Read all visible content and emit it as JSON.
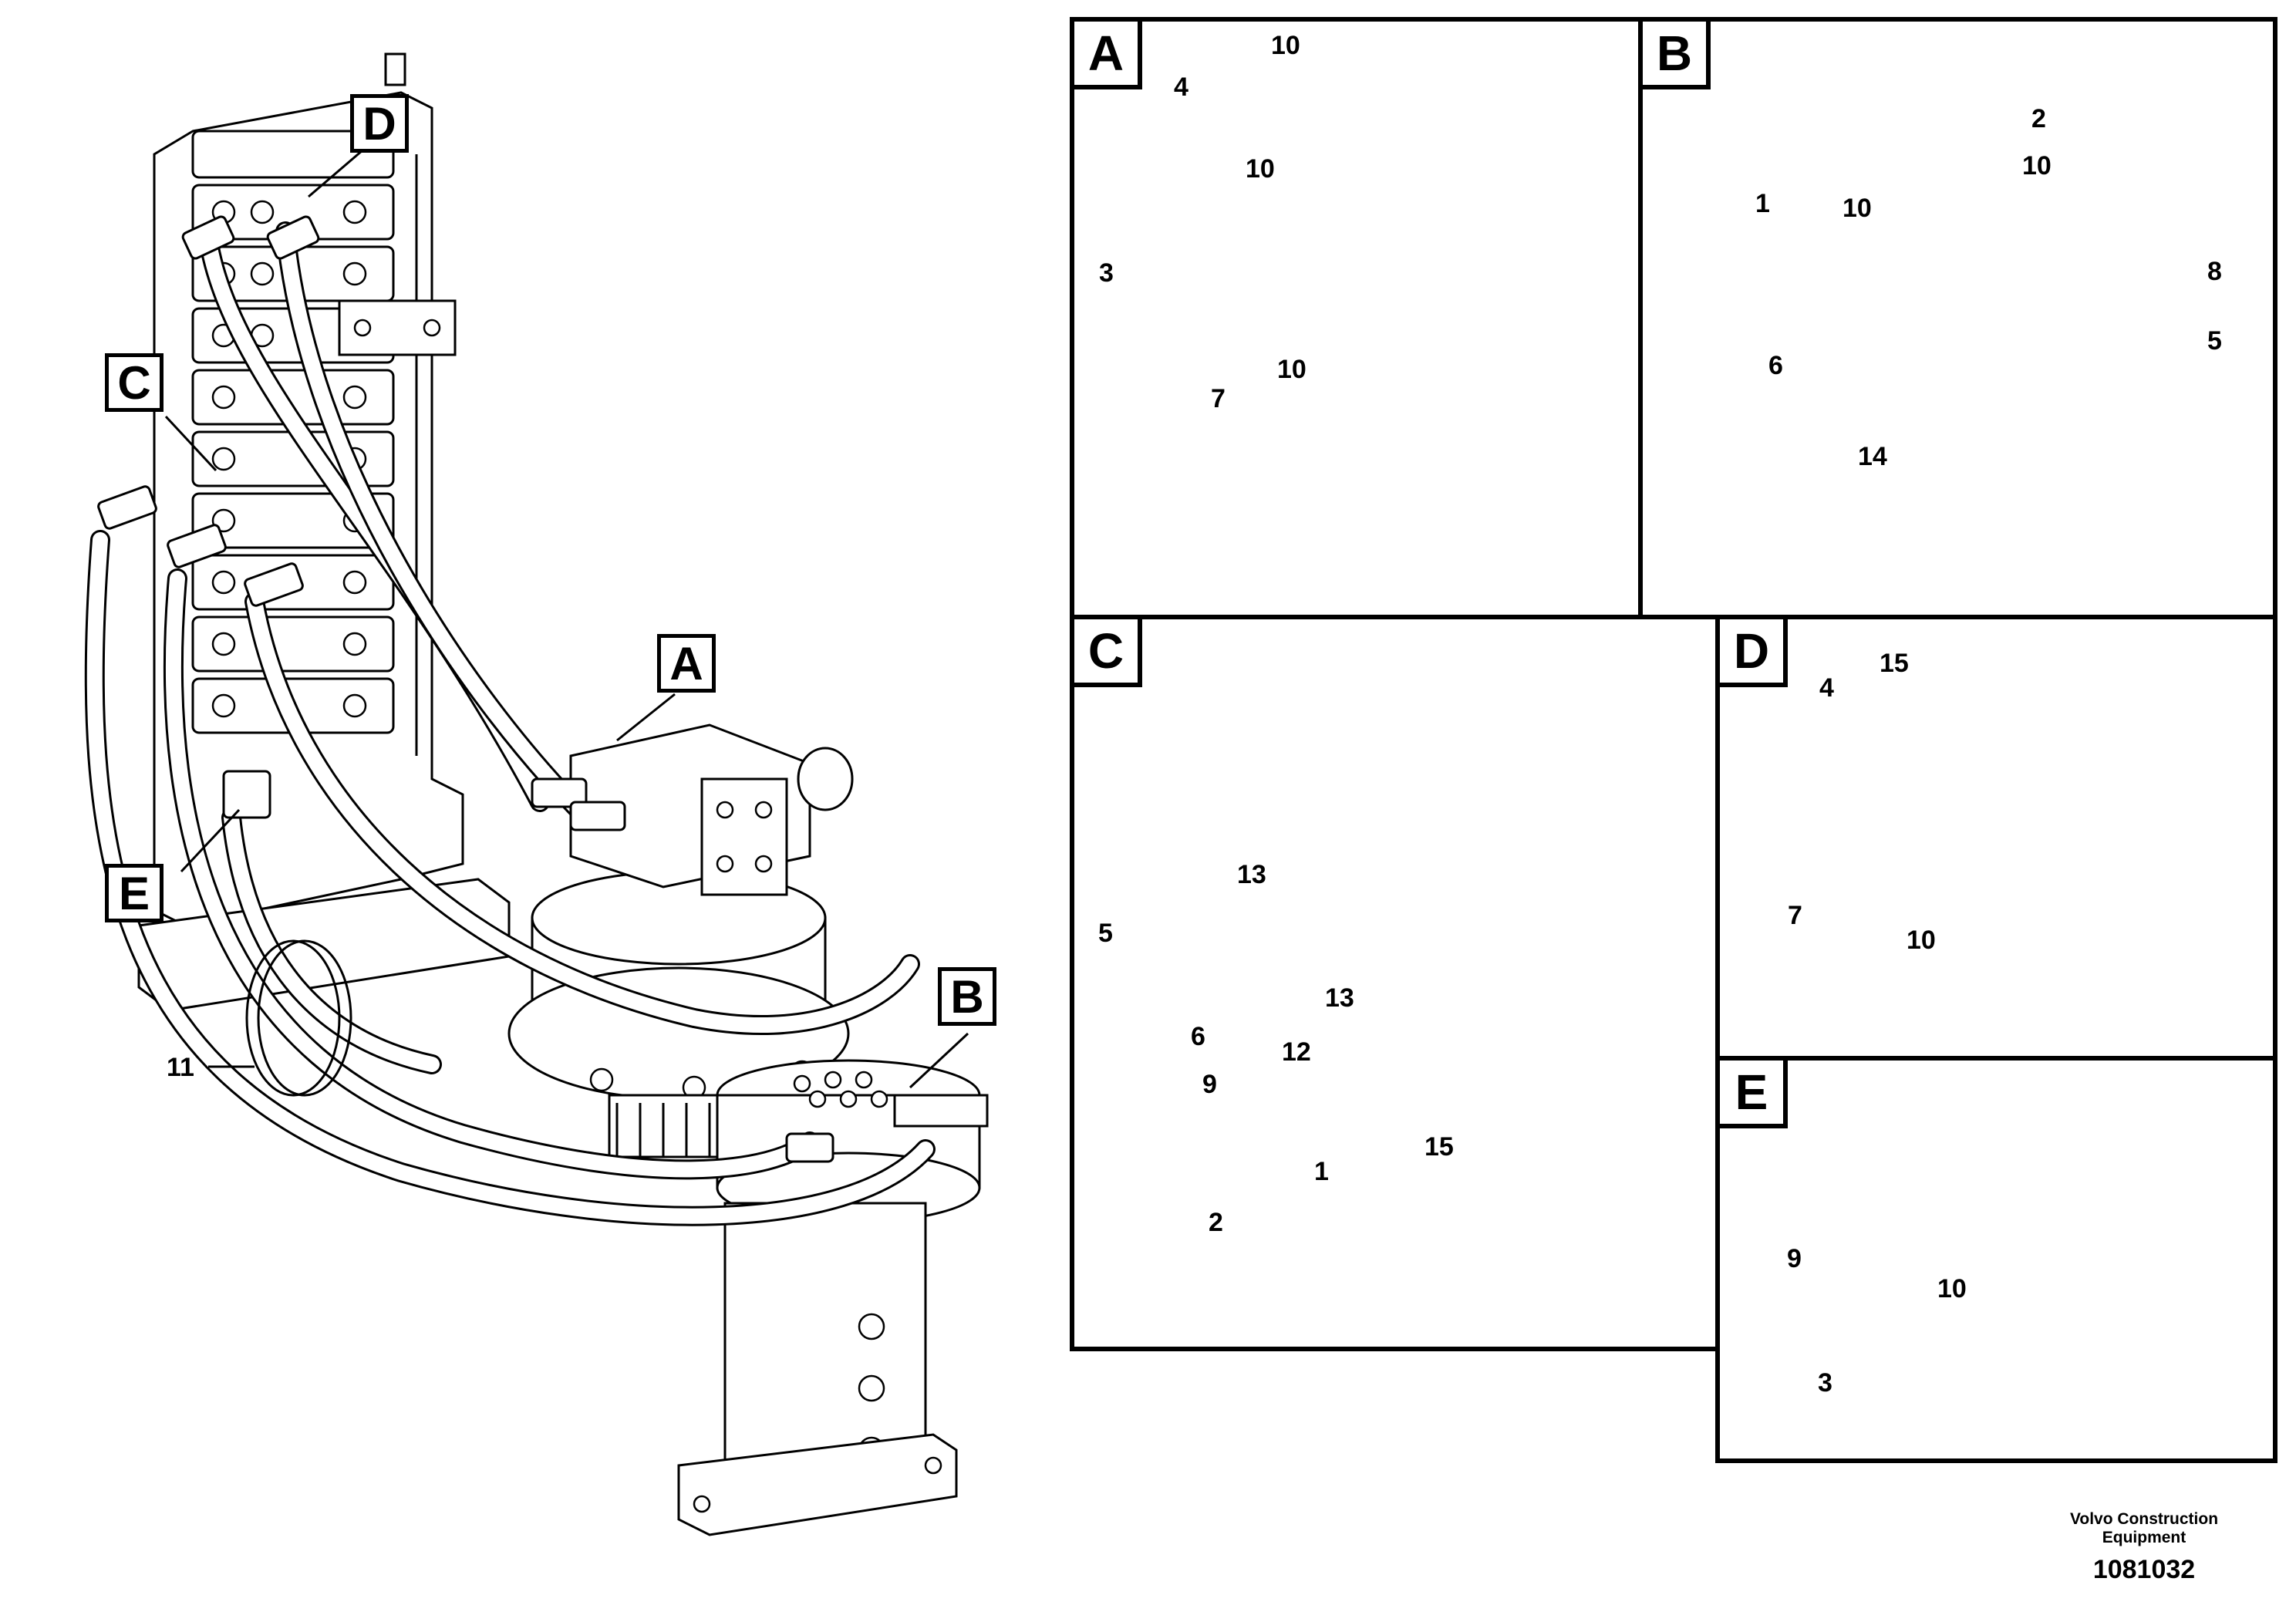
{
  "overview": {
    "callouts": [
      "A",
      "B",
      "C",
      "D",
      "E"
    ],
    "item_11": "11"
  },
  "panels": {
    "A": {
      "letter": "A",
      "labels": [
        "10",
        "4",
        "10",
        "3",
        "7",
        "10"
      ]
    },
    "B": {
      "letter": "B",
      "labels": [
        "2",
        "10",
        "1",
        "10",
        "8",
        "5",
        "6",
        "14"
      ]
    },
    "C": {
      "letter": "C",
      "labels": [
        "13",
        "5",
        "13",
        "6",
        "12",
        "9",
        "1",
        "15",
        "2"
      ]
    },
    "D": {
      "letter": "D",
      "labels": [
        "4",
        "15",
        "7",
        "10"
      ]
    },
    "E": {
      "letter": "E",
      "labels": [
        "9",
        "10",
        "3"
      ]
    }
  },
  "footer": {
    "company_line1": "Volvo Construction",
    "company_line2": "Equipment",
    "drawing_number": "1081032"
  }
}
